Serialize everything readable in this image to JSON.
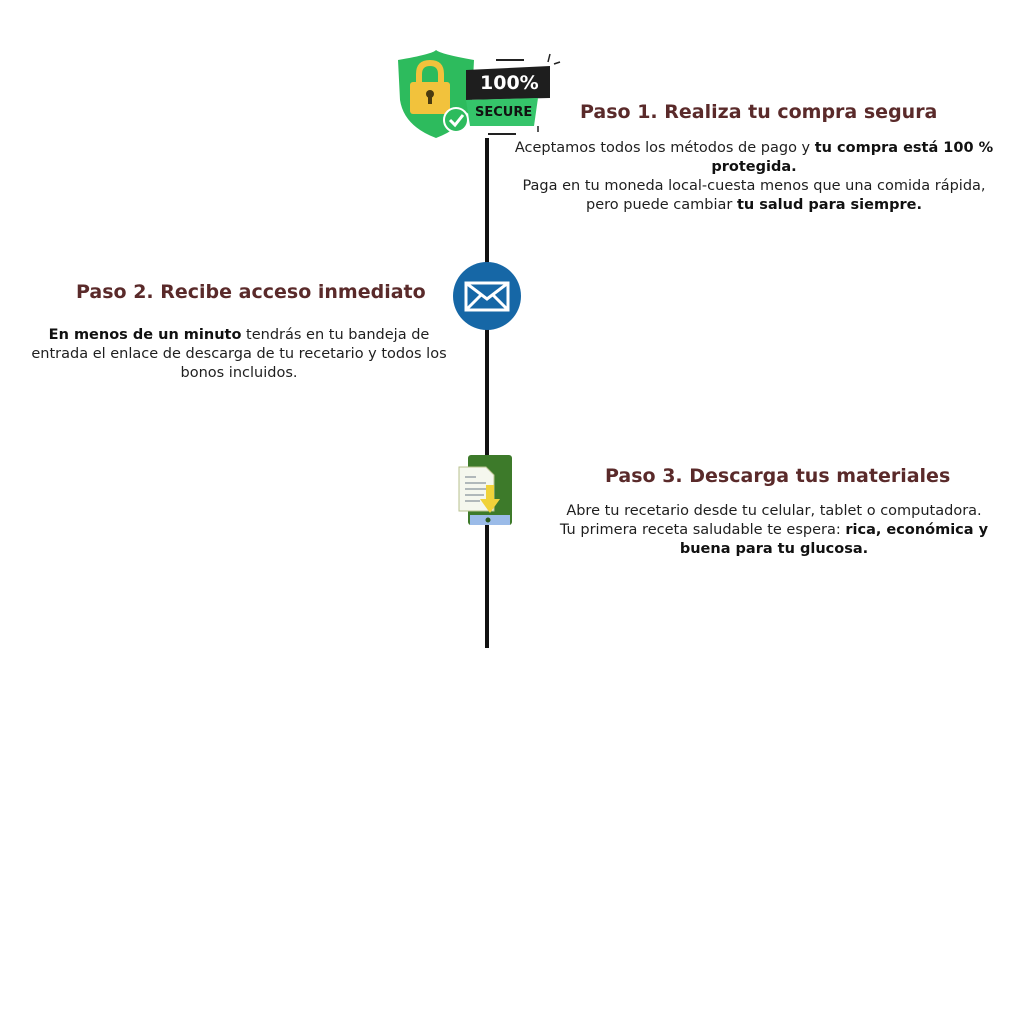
{
  "badge": {
    "percent_label": "100%",
    "secure_label": "SECURE",
    "colors": {
      "shield": "#2dbb5d",
      "lock": "#f2c23c",
      "banner_dark": "#1e1e1e",
      "banner_green": "#35c46a"
    }
  },
  "steps": [
    {
      "title": "Paso 1. Realiza tu compra segura",
      "icon": "shield-lock-icon",
      "lines": [
        [
          {
            "text": "Aceptamos todos los métodos de pago y ",
            "bold": false
          },
          {
            "text": "tu compra está 100 %",
            "bold": true
          }
        ],
        [
          {
            "text": "protegida.",
            "bold": true
          }
        ],
        [
          {
            "text": "Paga en tu moneda local-cuesta menos que una comida rápida,",
            "bold": false
          }
        ],
        [
          {
            "text": "pero puede cambiar ",
            "bold": false
          },
          {
            "text": "tu salud para siempre.",
            "bold": true
          }
        ]
      ]
    },
    {
      "title": "Paso 2. Recibe acceso inmediato",
      "icon": "envelope-icon",
      "lines": [
        [
          {
            "text": "En menos de un minuto",
            "bold": true
          },
          {
            "text": " tendrás en tu bandeja de",
            "bold": false
          }
        ],
        [
          {
            "text": "entrada el enlace de descarga de tu recetario y todos los",
            "bold": false
          }
        ],
        [
          {
            "text": "bonos incluidos.",
            "bold": false
          }
        ]
      ]
    },
    {
      "title": "Paso 3. Descarga tus materiales",
      "icon": "tablet-download-icon",
      "lines": [
        [
          {
            "text": "Abre tu recetario desde tu celular, tablet o computadora.",
            "bold": false
          }
        ],
        [
          {
            "text": "Tu primera receta saludable te espera: ",
            "bold": false
          },
          {
            "text": "rica, económica y",
            "bold": true
          }
        ],
        [
          {
            "text": "buena para tu glucosa.",
            "bold": true
          }
        ]
      ]
    }
  ],
  "colors": {
    "title": "#5a2a2a",
    "envelope_circle": "#1667a6",
    "tablet_green": "#3d7a2a",
    "line": "#111111"
  }
}
